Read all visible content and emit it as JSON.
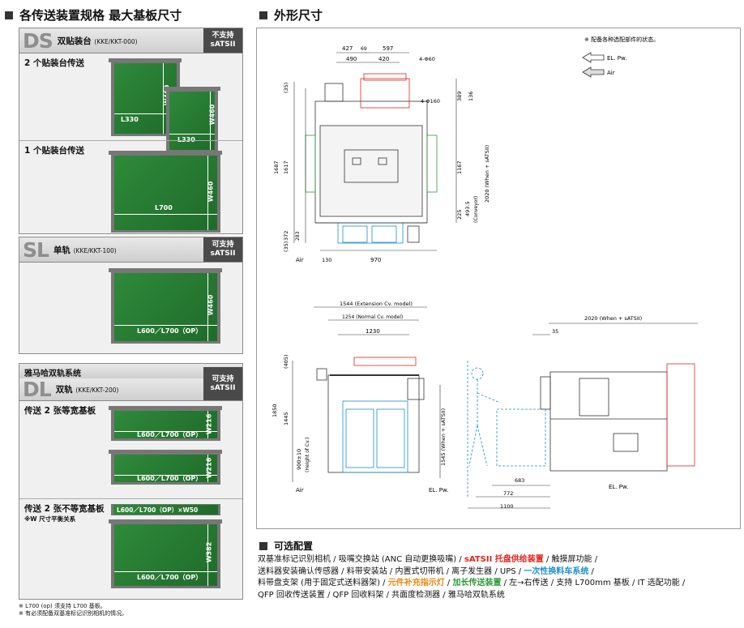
{
  "left_title": "各传送装置规格 最大基板尺寸",
  "right_title": "外形尺寸",
  "ds": {
    "big": "DS",
    "name": "双贴装台",
    "model": "(KKE/KKT-000)",
    "badge_line1": "不支持",
    "badge_line2": "sATSII",
    "sub1": "2 个贴装台传送",
    "sub2": "1 个贴装台传送",
    "b1_w": "L330",
    "b1_h": "W460",
    "b2_w": "L330",
    "b2_h": "W460",
    "b3_w": "L700",
    "b3_h": "W460"
  },
  "sl": {
    "big": "SL",
    "name": "单轨",
    "model": "(KKE/KKT-100)",
    "badge_line1": "可支持",
    "badge_line2": "sATSII",
    "b_w": "L600／L700（OP）",
    "b_h": "W460"
  },
  "dl": {
    "header": "雅马哈双轨系统",
    "big": "DL",
    "name": "双轨",
    "model": "(KKE/KKT-200)",
    "badge_line1": "可支持",
    "badge_line2": "sATSII",
    "sub1": "传送 2 张等宽基板",
    "sub2": "传送 2 张不等宽基板",
    "sub2_note": "※W 尺寸平衡关系",
    "b1_w": "L600／L700（OP）",
    "b1_h": "W216",
    "b2_w": "L600／L700（OP）",
    "b2_h": "W216",
    "b3_top": "L600／L700（OP）×W50",
    "b3_w": "L600／L700（OP）",
    "b3_h": "W382"
  },
  "footnotes": [
    "※ L700 (op) 须支持 L700 基板。",
    "※ 有必须配备双基准标记识别相机的情况。"
  ],
  "drawing": {
    "note": "※ 配备各种选配部件的状态。",
    "legend_el": "EL. Pw.",
    "legend_air": "Air",
    "top_dims": [
      "427",
      "69",
      "597",
      "490",
      "420"
    ],
    "phi60": "4-Φ60",
    "phi160": "4-Φ160",
    "d389": "389",
    "d136": "136",
    "d35a": "(35)",
    "d1687": "1687",
    "d1617": "1617",
    "d1167": "1167",
    "d2020": "2020 (When + sATSII)",
    "d4935": "493.5",
    "conveyor": "(Conveyor)",
    "d225": "225",
    "d372": "372",
    "d283": "283",
    "d35b": "(35)",
    "air1": "Air",
    "d130": "130",
    "d970": "970",
    "d1544": "1544 (Extension Cv. model)",
    "d1254": "1254 (Normal Cv. model)",
    "d1230": "1230",
    "d405": "(405)",
    "d1850": "1850",
    "d1445": "1445",
    "d900": "900±10",
    "hcv": "(Height of Cv.)",
    "d1545": "1545 (When + sATSII)",
    "air2": "Air",
    "elpw2": "EL. Pw.",
    "d2020b": "2020 (When + sATSII)",
    "d35c": "35",
    "d683": "683",
    "d772": "772",
    "d1100": "1100",
    "elpw3": "EL. Pw."
  },
  "options": {
    "title": "可选配置",
    "line1_a": "双基准标记识别相机 / 吸嘴交换站 (ANC 自动更换吸嘴) / ",
    "line1_b": "sATSII 托盘供给装置",
    "line1_c": " / 触摸屏功能 /",
    "line2_a": "送料器安装确认传感器 / 料带安装站 / 内置式切带机 / 离子发生器 / UPS / ",
    "line2_b": "一次性换料车系统",
    "line2_c": " /",
    "line3_a": "料带盘支架 (用于固定式送料器架) / ",
    "line3_b": "元件补充指示灯",
    "line3_c": " / ",
    "line3_d": "加长传送装置",
    "line3_e": " / 左→右传送 / 支持 L700mm 基板 / IT 选配功能 /",
    "line4": "QFP 回收传送装置 / QFP 回收料架 / 共面度检测器 / 雅马哈双轨系统"
  }
}
